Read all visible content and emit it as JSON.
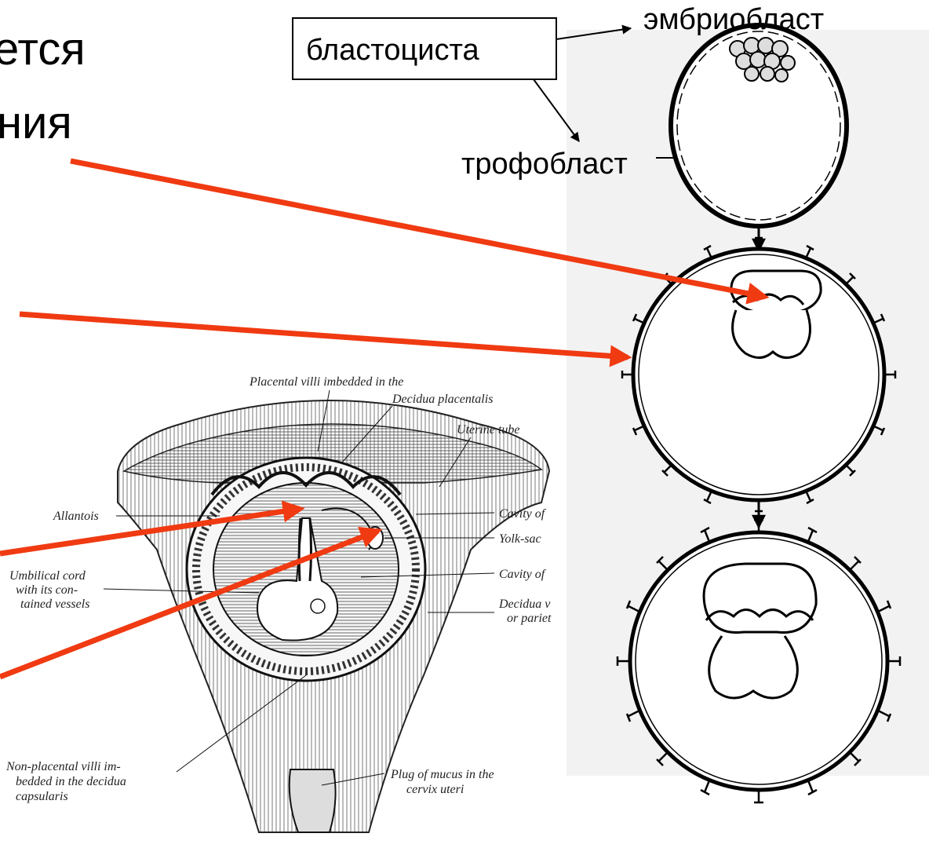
{
  "slide": {
    "title_fragment_1": "ется",
    "title_fragment_2": "ния"
  },
  "diagram_right": {
    "boxed_label": "бластоциста",
    "label_top": "эмбриобласт",
    "label_side": "трофобласт"
  },
  "diagram_left": {
    "labels": {
      "placental_villi_1": "Placental villi imbedded in the",
      "placental_villi_2": "Decidua placentalis",
      "uterine_tube": "Uterine tube",
      "allantois": "Allantois",
      "cavity_1": "Cavity of",
      "yolk_sac": "Yolk-sac",
      "umbilical_1": "Umbilical cord",
      "umbilical_2": "with its con-",
      "umbilical_3": "tained vessels",
      "cavity_2": "Cavity of",
      "decidua_vera_1": "Decidua v",
      "decidua_vera_2": "or pariet",
      "non_placental_1": "Non-placental villi im-",
      "non_placental_2": "bedded in the decidua",
      "non_placental_3": "capsularis",
      "plug_1": "Plug of mucus in the",
      "plug_2": "cervix uteri"
    }
  },
  "colors": {
    "arrow_red": "#f03a12",
    "ink": "#000000",
    "panel_bg": "#f2f2f2"
  }
}
